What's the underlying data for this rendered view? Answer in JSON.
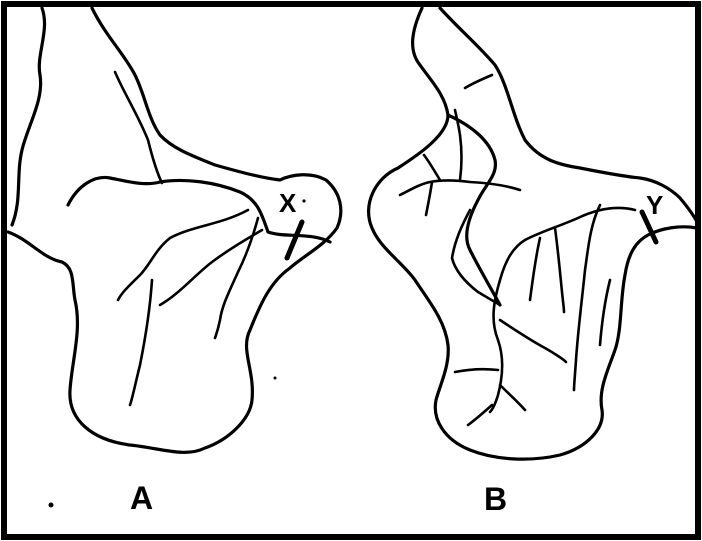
{
  "basins": [
    {
      "label": "A",
      "outlet_label": "X"
    },
    {
      "label": "B",
      "outlet_label": "Y"
    }
  ],
  "colors": {
    "ink": "#000000",
    "background": "#ffffff"
  }
}
